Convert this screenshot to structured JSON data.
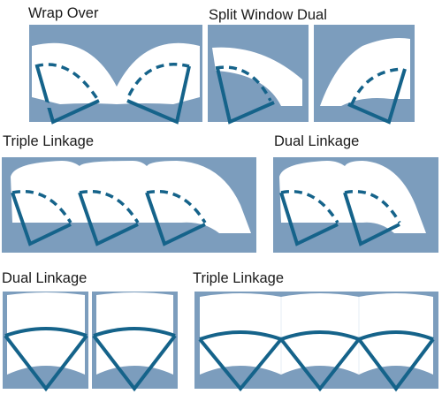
{
  "colors": {
    "panel_fill": "#7c9dbd",
    "sweep_fill": "#ffffff",
    "arm_stroke": "#15638a"
  },
  "diagrams": [
    {
      "label": "Wrap Over",
      "icon": "wrap-over-wiper-diagram"
    },
    {
      "label": "Split Window Dual",
      "icon": "split-window-dual-wiper-diagram"
    },
    {
      "label": "Triple Linkage",
      "icon": "triple-linkage-wiper-diagram"
    },
    {
      "label": "Dual Linkage",
      "icon": "dual-linkage-wiper-diagram"
    },
    {
      "label": "Dual Linkage",
      "icon": "dual-linkage-flat-wiper-diagram"
    },
    {
      "label": "Triple Linkage",
      "icon": "triple-linkage-flat-wiper-diagram"
    }
  ]
}
